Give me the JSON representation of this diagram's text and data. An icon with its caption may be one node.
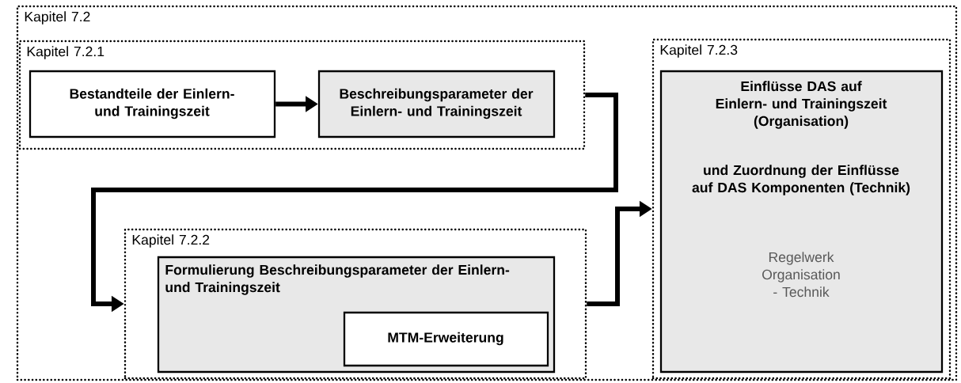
{
  "diagram": {
    "nodes": [
      {
        "text": [
          "Kapitel 7.2"
        ]
      },
      {
        "text": [
          "Kapitel 7.2.1"
        ],
        "in": 0
      },
      {
        "text": [
          "Bestandteile der Einlern- und Trainingszeit"
        ],
        "in": 1
      },
      {
        "text": [
          "Beschreibungsparameter der Einlern- und Trainingszeit"
        ],
        "in": 1
      },
      {
        "text": [
          "Kapitel 7.2.2"
        ],
        "in": 0
      },
      {
        "text": [
          "Formulierung Beschreibungsparameter der Einlern- und Trainingszeit"
        ],
        "in": 4
      },
      {
        "text": [
          "MTM-Erweiterung"
        ],
        "in": 5
      },
      {
        "text": [
          "Kapitel 7.2.3"
        ],
        "in": 0
      },
      {
        "text": [
          "Einflüsse DAS auf Einlern- und Trainingszeit (Organisation)",
          "und Zuordnung der Einflüsse auf DAS Komponenten (Technik)",
          "Regelwerk Organisation - Technik"
        ],
        "in": 7
      }
    ],
    "edges": [
      {
        "from": 2,
        "to": 3,
        "arrow": "to"
      },
      {
        "from": 1,
        "to": 4,
        "arrow": "to"
      },
      {
        "from": 4,
        "to": 7,
        "arrow": "to"
      }
    ]
  }
}
